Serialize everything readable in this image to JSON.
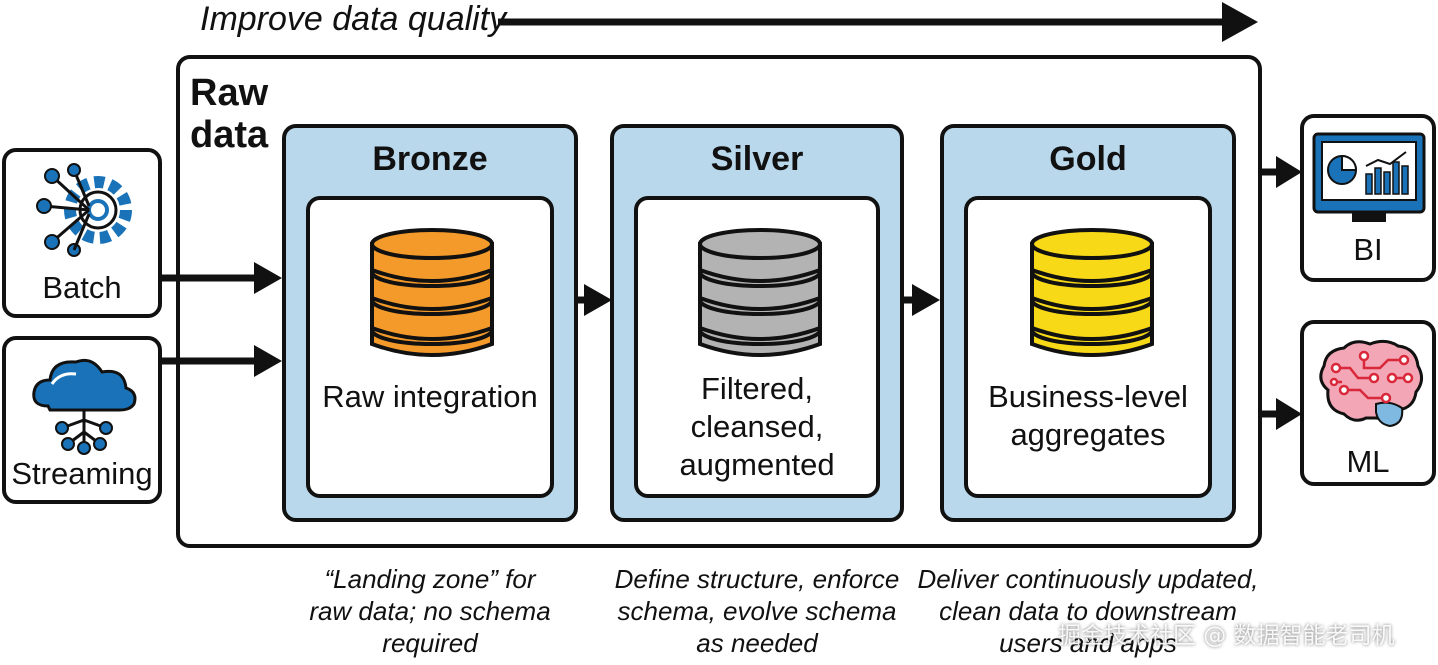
{
  "header": {
    "title": "Improve data quality"
  },
  "container": {
    "label_line1": "Raw",
    "label_line2": "data"
  },
  "sources": [
    {
      "label": "Batch",
      "icon": "gear-network-icon"
    },
    {
      "label": "Streaming",
      "icon": "cloud-network-icon"
    }
  ],
  "stages": [
    {
      "title": "Bronze",
      "lines": [
        "Raw integration"
      ],
      "db_color": "#f39a2b",
      "caption": [
        "“Landing zone” for",
        "raw data; no schema",
        "required"
      ]
    },
    {
      "title": "Silver",
      "lines": [
        "Filtered,",
        "cleansed,",
        "augmented"
      ],
      "db_color": "#b3b3b3",
      "caption": [
        "Define structure, enforce",
        "schema, evolve schema",
        "as needed"
      ]
    },
    {
      "title": "Gold",
      "lines": [
        "Business-level",
        "aggregates"
      ],
      "db_color": "#f7d917",
      "caption": [
        "Deliver continuously updated,",
        "clean data to downstream",
        "users and apps"
      ]
    }
  ],
  "destinations": [
    {
      "label": "BI",
      "icon": "dashboard-monitor-icon"
    },
    {
      "label": "ML",
      "icon": "brain-circuit-icon"
    }
  ],
  "watermark": "掘金技术社区 @ 数据智能老司机",
  "colors": {
    "stage_fill": "#b9d8ec",
    "accent_blue": "#1a73b8",
    "outline": "#111111"
  }
}
